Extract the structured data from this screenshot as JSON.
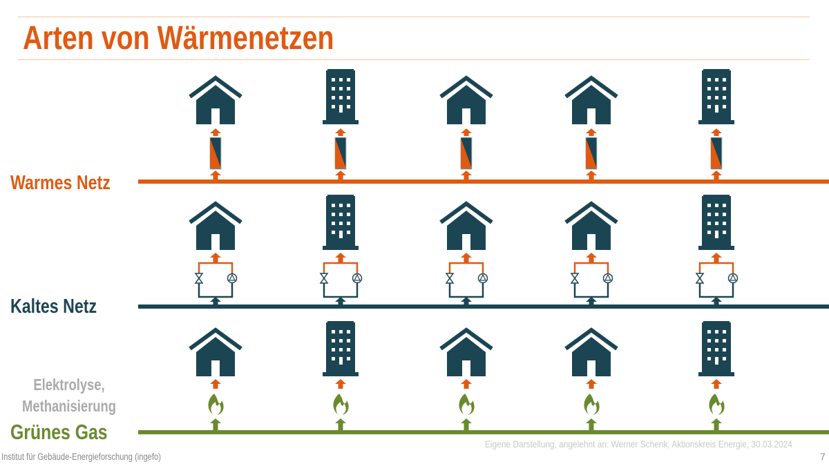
{
  "title": "Arten von Wärmenetzen",
  "colors": {
    "orange": "#e05a12",
    "teal": "#1c4553",
    "green": "#6a8a2e",
    "gray": "#aaaaaa"
  },
  "networks": [
    {
      "label": "Warmes Netz",
      "color": "#e05a12"
    },
    {
      "label": "Kaltes Netz",
      "color": "#1c4553"
    },
    {
      "label": "Grünes Gas",
      "color": "#6a8a2e"
    }
  ],
  "green_gas_source": {
    "line1": "Elektrolyse,",
    "line2": "Methanisierung"
  },
  "buildings": [
    "house",
    "tower",
    "house",
    "house",
    "tower"
  ],
  "footer": {
    "institute": "Institut für Gebäude-Energieforschung (ingefo)",
    "source": "Eigene Darstellung, angelehnt an: Werner Schenk, Aktionskreis Energie, 30.03.2024",
    "page_number": "7"
  }
}
